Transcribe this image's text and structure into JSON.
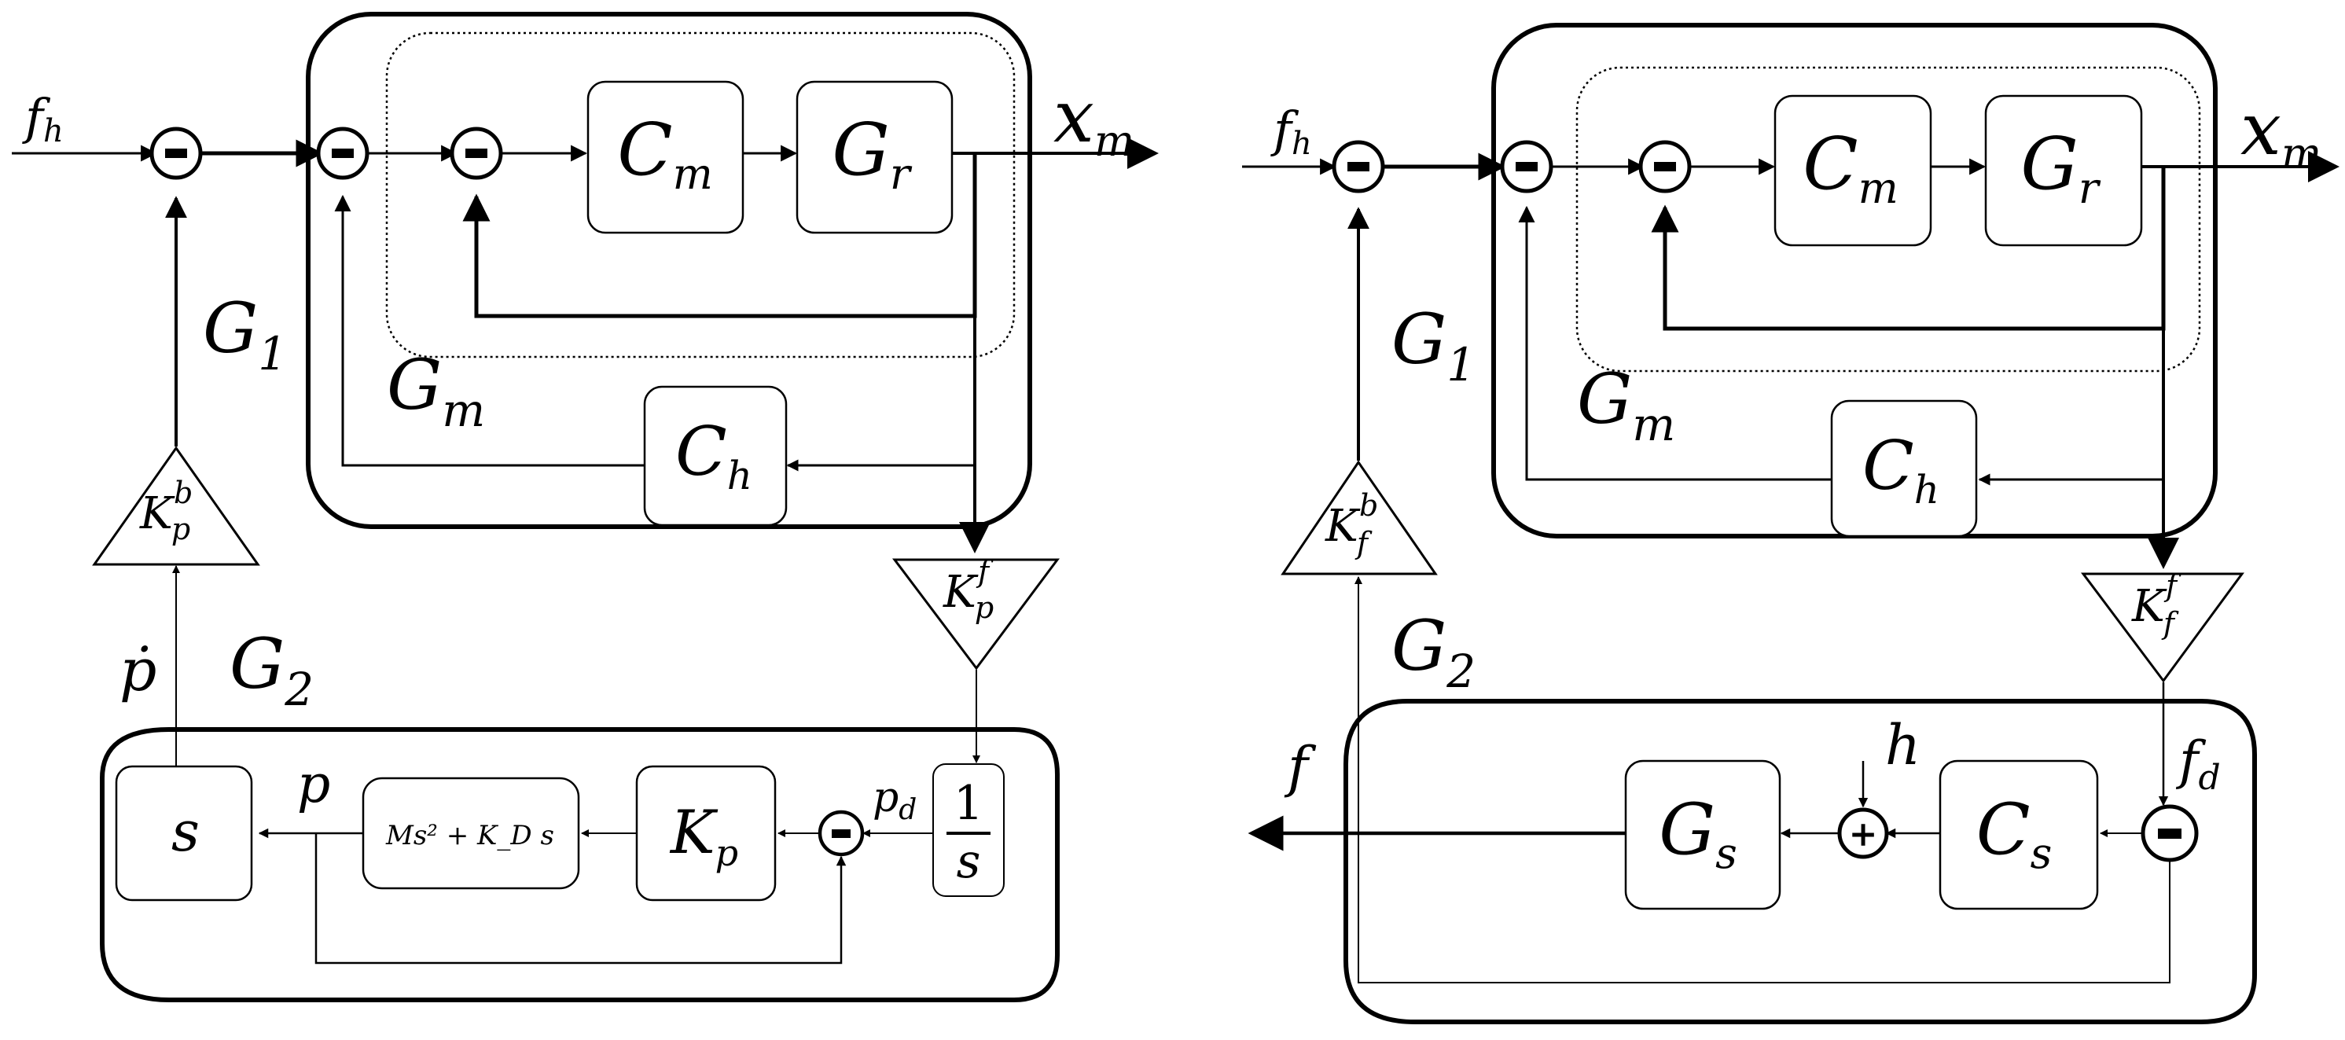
{
  "left": {
    "input_label": "f",
    "input_label_sub": "h",
    "output_label": "x",
    "output_label_sub": "m",
    "g1_label": "G",
    "g1_label_sub": "1",
    "gm_label": "G",
    "gm_label_sub": "m",
    "g2_label": "G",
    "g2_label_sub": "2",
    "cm_label": "C",
    "cm_label_sub": "m",
    "gr_label": "G",
    "gr_label_sub": "r",
    "ch_label": "C",
    "ch_label_sub": "h",
    "kb_label": "K",
    "kb_label_sub": "p",
    "kb_label_sup": "b",
    "kf_label": "K",
    "kf_label_sub": "p",
    "kf_label_sup": "f",
    "pdot_label": "ṗ",
    "p_label": "p",
    "pd_label": "p",
    "pd_label_sub": "d",
    "s_block": "s",
    "msk_block": "Ms² + K_D s",
    "kp_block": "K",
    "kp_block_sub": "p",
    "int_num": "1",
    "int_den": "s",
    "minus_sign": "−"
  },
  "right": {
    "input_label": "f",
    "input_label_sub": "h",
    "output_label": "x",
    "output_label_sub": "m",
    "g1_label": "G",
    "g1_label_sub": "1",
    "gm_label": "G",
    "gm_label_sub": "m",
    "g2_label": "G",
    "g2_label_sub": "2",
    "cm_label": "C",
    "cm_label_sub": "m",
    "gr_label": "G",
    "gr_label_sub": "r",
    "ch_label": "C",
    "ch_label_sub": "h",
    "kb_label": "K",
    "kb_label_sub": "f",
    "kb_label_sup": "b",
    "kf_label": "K",
    "kf_label_sub": "f",
    "kf_label_sup": "f",
    "f_label": "f",
    "h_label": "h",
    "fd_label": "f",
    "fd_label_sub": "d",
    "gs_block": "G",
    "gs_block_sub": "s",
    "cs_block": "C",
    "cs_block_sub": "s",
    "plus_sign": "+",
    "minus_sign": "−"
  }
}
